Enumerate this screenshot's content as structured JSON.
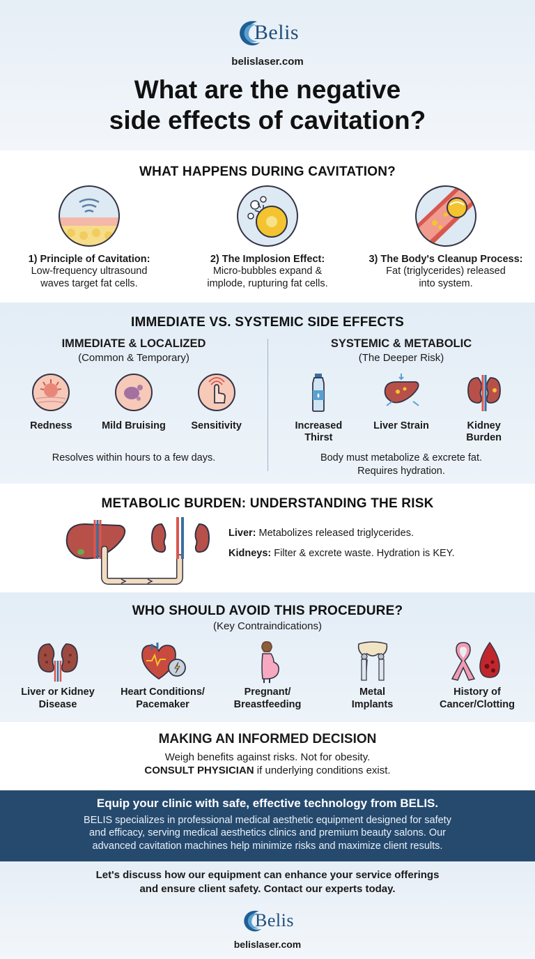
{
  "header": {
    "brand": "Belis",
    "site": "belislaser.com",
    "title_line1": "What are the negative",
    "title_line2": "side effects of cavitation?"
  },
  "happens": {
    "title": "WHAT HAPPENS DURING CAVITATION?",
    "steps": [
      {
        "title": "1) Principle of Cavitation:",
        "line1": "Low-frequency ultrasound",
        "line2": "waves target fat cells."
      },
      {
        "title": "2) The Implosion Effect:",
        "line1": "Micro-bubbles expand &",
        "line2": "implode, rupturing fat cells."
      },
      {
        "title": "3) The Body's Cleanup Process:",
        "line1": "Fat (triglycerides) released",
        "line2": "into system."
      }
    ]
  },
  "effects": {
    "title": "IMMEDIATE VS. SYSTEMIC SIDE EFFECTS",
    "immediate": {
      "heading": "IMMEDIATE & LOCALIZED",
      "sub": "(Common & Temporary)",
      "items": [
        "Redness",
        "Mild Bruising",
        "Sensitivity"
      ],
      "note": "Resolves within hours to a few days."
    },
    "systemic": {
      "heading": "SYSTEMIC & METABOLIC",
      "sub": "(The Deeper Risk)",
      "items": [
        {
          "line1": "Increased",
          "line2": "Thirst"
        },
        {
          "line1": "Liver Strain",
          "line2": ""
        },
        {
          "line1": "Kidney",
          "line2": "Burden"
        }
      ],
      "note_line1": "Body must metabolize & excrete fat.",
      "note_line2": "Requires hydration."
    }
  },
  "burden": {
    "title": "METABOLIC BURDEN: UNDERSTANDING THE RISK",
    "liver_label": "Liver:",
    "liver_text": "Metabolizes released triglycerides.",
    "kidney_label": "Kidneys:",
    "kidney_text": "Filter & excrete waste. Hydration is KEY."
  },
  "avoid": {
    "title": "WHO SHOULD AVOID THIS PROCEDURE?",
    "sub": "(Key Contraindications)",
    "items": [
      {
        "line1": "Liver or Kidney",
        "line2": "Disease"
      },
      {
        "line1": "Heart Conditions/",
        "line2": "Pacemaker"
      },
      {
        "line1": "Pregnant/",
        "line2": "Breastfeeding"
      },
      {
        "line1": "Metal",
        "line2": "Implants"
      },
      {
        "line1": "History of",
        "line2": "Cancer/Clotting"
      }
    ]
  },
  "decision": {
    "title": "MAKING AN INFORMED DECISION",
    "line1": "Weigh benefits against risks. Not for obesity.",
    "line2_bold": "CONSULT PHYSICIAN",
    "line2_rest": " if underlying conditions exist."
  },
  "promo": {
    "title": "Equip your clinic with safe, effective technology from BELIS.",
    "line1": "BELIS specializes in professional medical aesthetic equipment designed for safety",
    "line2": "and efficacy, serving medical aesthetics clinics and premium beauty salons. Our",
    "line3": "advanced cavitation machines help minimize risks and maximize client results."
  },
  "footer": {
    "cta_line1": "Let's discuss how our equipment can enhance your service offerings",
    "cta_line2": "and ensure client safety. Contact our experts today.",
    "brand": "Belis",
    "site": "belislaser.com"
  },
  "colors": {
    "brand_blue": "#1f4e7a",
    "promo_bg": "#264a6e",
    "organ_red": "#b8504a",
    "skin_pink": "#f3b8a8"
  }
}
